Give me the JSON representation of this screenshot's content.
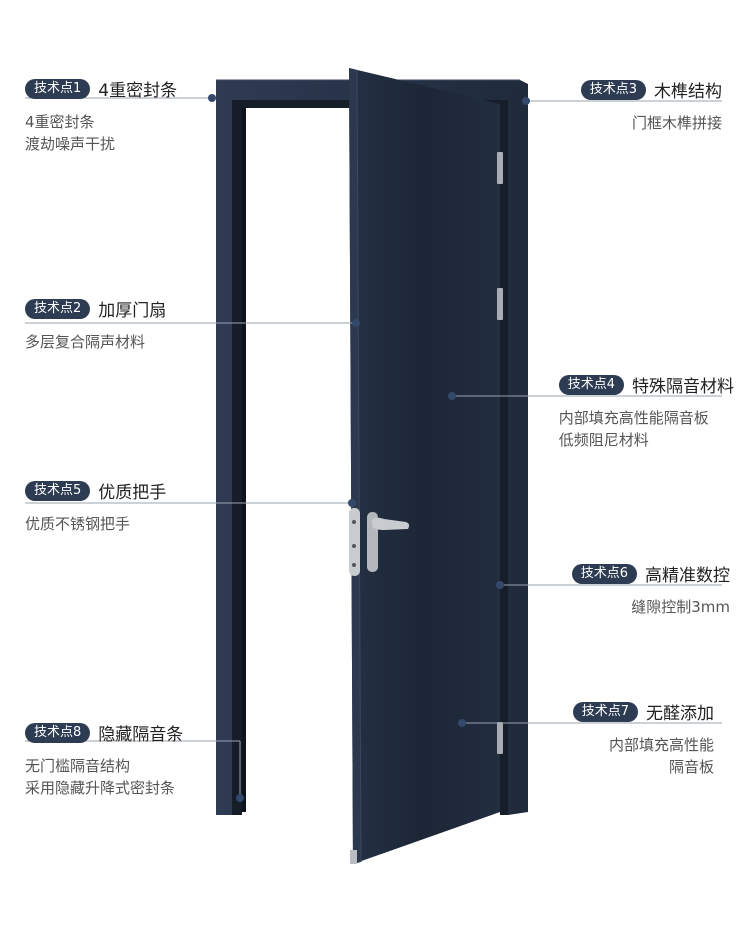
{
  "colors": {
    "badge": "#2d3c52",
    "door": "#1e2838",
    "frame": "#263247",
    "dot": "#34486b",
    "line": "#9aa3ae"
  },
  "callouts": [
    {
      "badge": "技术点1",
      "title": "4重密封条",
      "lines": [
        "4重密封条",
        "渡劫噪声干扰"
      ]
    },
    {
      "badge": "技术点2",
      "title": "加厚门扇",
      "lines": [
        "多层复合隔声材料"
      ]
    },
    {
      "badge": "技术点3",
      "title": "木榫结构",
      "lines": [
        "门框木榫拼接"
      ]
    },
    {
      "badge": "技术点4",
      "title": "特殊隔音材料",
      "lines": [
        "内部填充高性能隔音板",
        "低频阻尼材料"
      ]
    },
    {
      "badge": "技术点5",
      "title": "优质把手",
      "lines": [
        "优质不锈钢把手"
      ]
    },
    {
      "badge": "技术点6",
      "title": "高精准数控",
      "lines": [
        "缝隙控制3mm"
      ]
    },
    {
      "badge": "技术点7",
      "title": "无醛添加",
      "lines": [
        "内部填充高性能",
        "隔音板"
      ]
    },
    {
      "badge": "技术点8",
      "title": "隐藏隔音条",
      "lines": [
        "无门槛隔音结构",
        "采用隐藏升降式密封条"
      ]
    }
  ]
}
